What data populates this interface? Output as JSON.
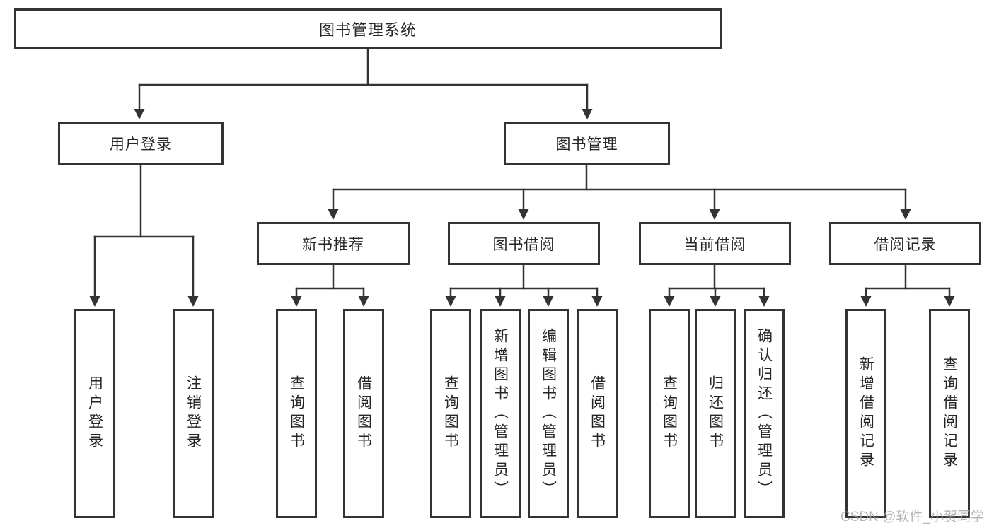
{
  "watermark": {
    "text": "CSDN @软件_小贺同学"
  },
  "colors": {
    "line": "#333333",
    "box_border": "#333333",
    "box_fill": "#ffffff",
    "text": "#262626",
    "watermark": "#a9a9a9",
    "background": "#ffffff"
  },
  "diagram": {
    "root": {
      "label": "图书管理系统"
    },
    "branches": [
      {
        "label": "用户登录",
        "children": [
          {
            "label": "用户登录"
          },
          {
            "label": "注销登录"
          }
        ]
      },
      {
        "label": "图书管理",
        "children": [
          {
            "label": "新书推荐",
            "children": [
              {
                "label": "查询图书"
              },
              {
                "label": "借阅图书"
              }
            ]
          },
          {
            "label": "图书借阅",
            "children": [
              {
                "label": "查询图书"
              },
              {
                "label": "新增图书（管理员）"
              },
              {
                "label": "编辑图书（管理员）"
              },
              {
                "label": "借阅图书"
              }
            ]
          },
          {
            "label": "当前借阅",
            "children": [
              {
                "label": "查询图书"
              },
              {
                "label": "归还图书"
              },
              {
                "label": "确认归还（管理员）"
              }
            ]
          },
          {
            "label": "借阅记录",
            "children": [
              {
                "label": "新增借阅记录"
              },
              {
                "label": "查询借阅记录"
              }
            ]
          }
        ]
      }
    ]
  }
}
